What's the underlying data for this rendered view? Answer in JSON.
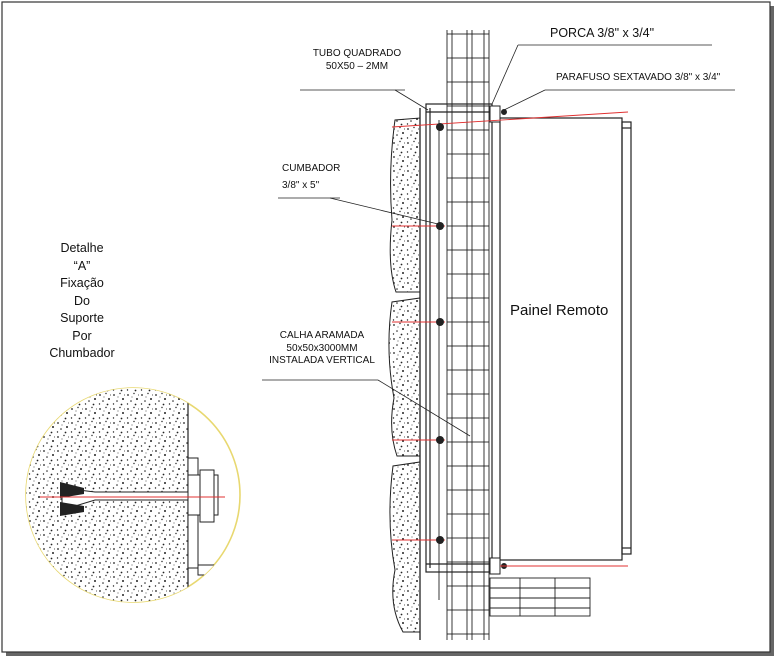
{
  "labels": {
    "tubo": [
      "TUBO QUADRADO",
      "50X50 – 2MM"
    ],
    "porca": "PORCA 3/8\" x 3/4\"",
    "parafuso": "PARAFUSO SEXTAVADO 3/8\" x 3/4\"",
    "cumbador": [
      "CUMBADOR",
      "3/8\" x 5\""
    ],
    "calha": [
      "CALHA ARAMADA",
      "50x50x3000MM",
      "INSTALADA VERTICAL"
    ],
    "painel": "Painel Remoto"
  },
  "detail_note": [
    "Detalhe",
    "“A”",
    "Fixação",
    "Do",
    "Suporte",
    "Por",
    "Chumbador"
  ],
  "colors": {
    "line": "#222222",
    "anchor_axis": "#e03030",
    "detail_circle": "#e8d870",
    "frame_shadow": "#555555"
  }
}
